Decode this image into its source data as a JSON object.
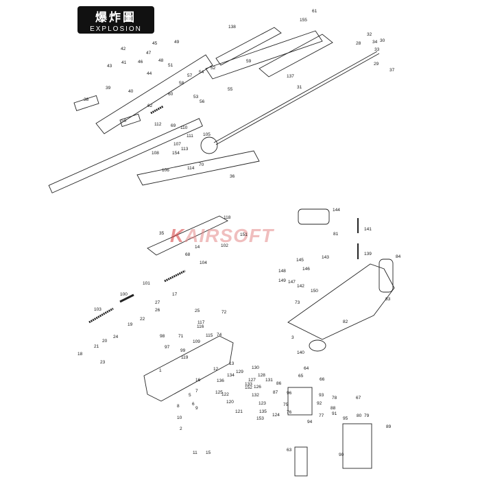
{
  "badge": {
    "title_zh": "爆炸圖",
    "title_en": "EXPLOSION"
  },
  "watermark": "AIRSOFT",
  "labels": [
    "1",
    "2",
    "3",
    "5",
    "6",
    "7",
    "8",
    "9",
    "10",
    "11",
    "12",
    "13",
    "14",
    "15",
    "16",
    "17",
    "18",
    "19",
    "20",
    "21",
    "22",
    "23",
    "24",
    "25",
    "26",
    "27",
    "28",
    "29",
    "30",
    "31",
    "32",
    "33",
    "34",
    "35",
    "36",
    "37",
    "38",
    "39",
    "40",
    "41",
    "42",
    "43",
    "44",
    "45",
    "46",
    "47",
    "48",
    "49",
    "50",
    "51",
    "52",
    "53",
    "54",
    "55",
    "56",
    "57",
    "58",
    "59",
    "60",
    "61",
    "62",
    "63",
    "64",
    "65",
    "66",
    "67",
    "68",
    "69",
    "70",
    "71",
    "72",
    "73",
    "74",
    "75",
    "76",
    "77",
    "78",
    "79",
    "80",
    "81",
    "82",
    "83",
    "84",
    "86",
    "87",
    "88",
    "89",
    "90",
    "91",
    "92",
    "93",
    "94",
    "95",
    "96",
    "97",
    "98",
    "99",
    "100",
    "101",
    "102",
    "103",
    "104",
    "105",
    "106",
    "107",
    "108",
    "109",
    "110",
    "111",
    "112",
    "113",
    "114",
    "115",
    "116",
    "117",
    "118",
    "119",
    "120",
    "121",
    "122",
    "123",
    "124",
    "125",
    "126",
    "127",
    "128",
    "129",
    "130",
    "131",
    "132",
    "133",
    "134",
    "135",
    "136",
    "137",
    "138",
    "139",
    "140",
    "141",
    "142",
    "143",
    "144",
    "145",
    "146",
    "147",
    "148",
    "149",
    "150",
    "151",
    "152",
    "153",
    "154",
    "155"
  ]
}
